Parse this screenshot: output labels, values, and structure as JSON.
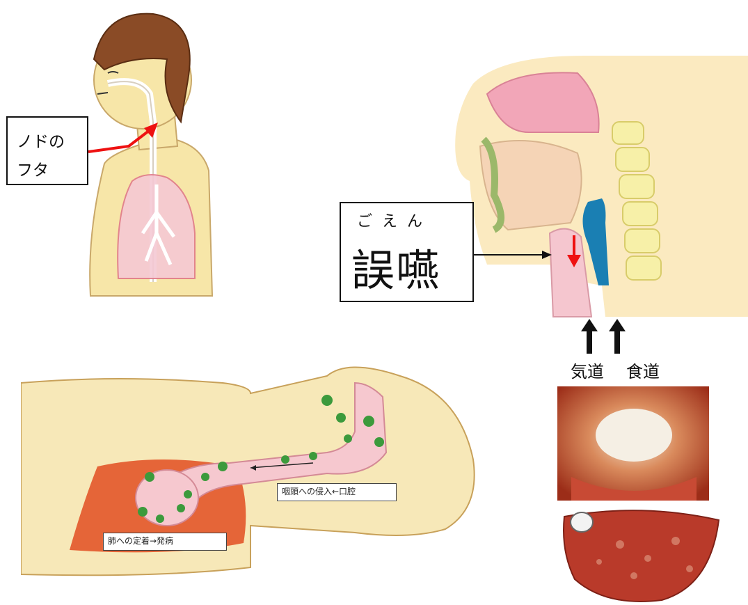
{
  "throat_illustration": {
    "label_line1": "ノドの",
    "label_line2": "フタ"
  },
  "aspiration_diagram": {
    "ruby": "ごえん",
    "kanji": "誤嚥",
    "airway": "気道",
    "esophagus": "食道"
  },
  "infection_diagram": {
    "label_pharynx": "咽頭への侵入←口腔",
    "label_lung": "肺への定着→発病"
  },
  "colors": {
    "skin": "#f7e6a8",
    "pink": "#f2b4c4",
    "red_arrow": "#ee1111",
    "esophagus_blue": "#1a7fb3",
    "lung_orange": "#e2562a",
    "germ_green": "#3c9a3c"
  },
  "icons": [
    "red-arrow-icon",
    "black-up-arrow-icon"
  ]
}
